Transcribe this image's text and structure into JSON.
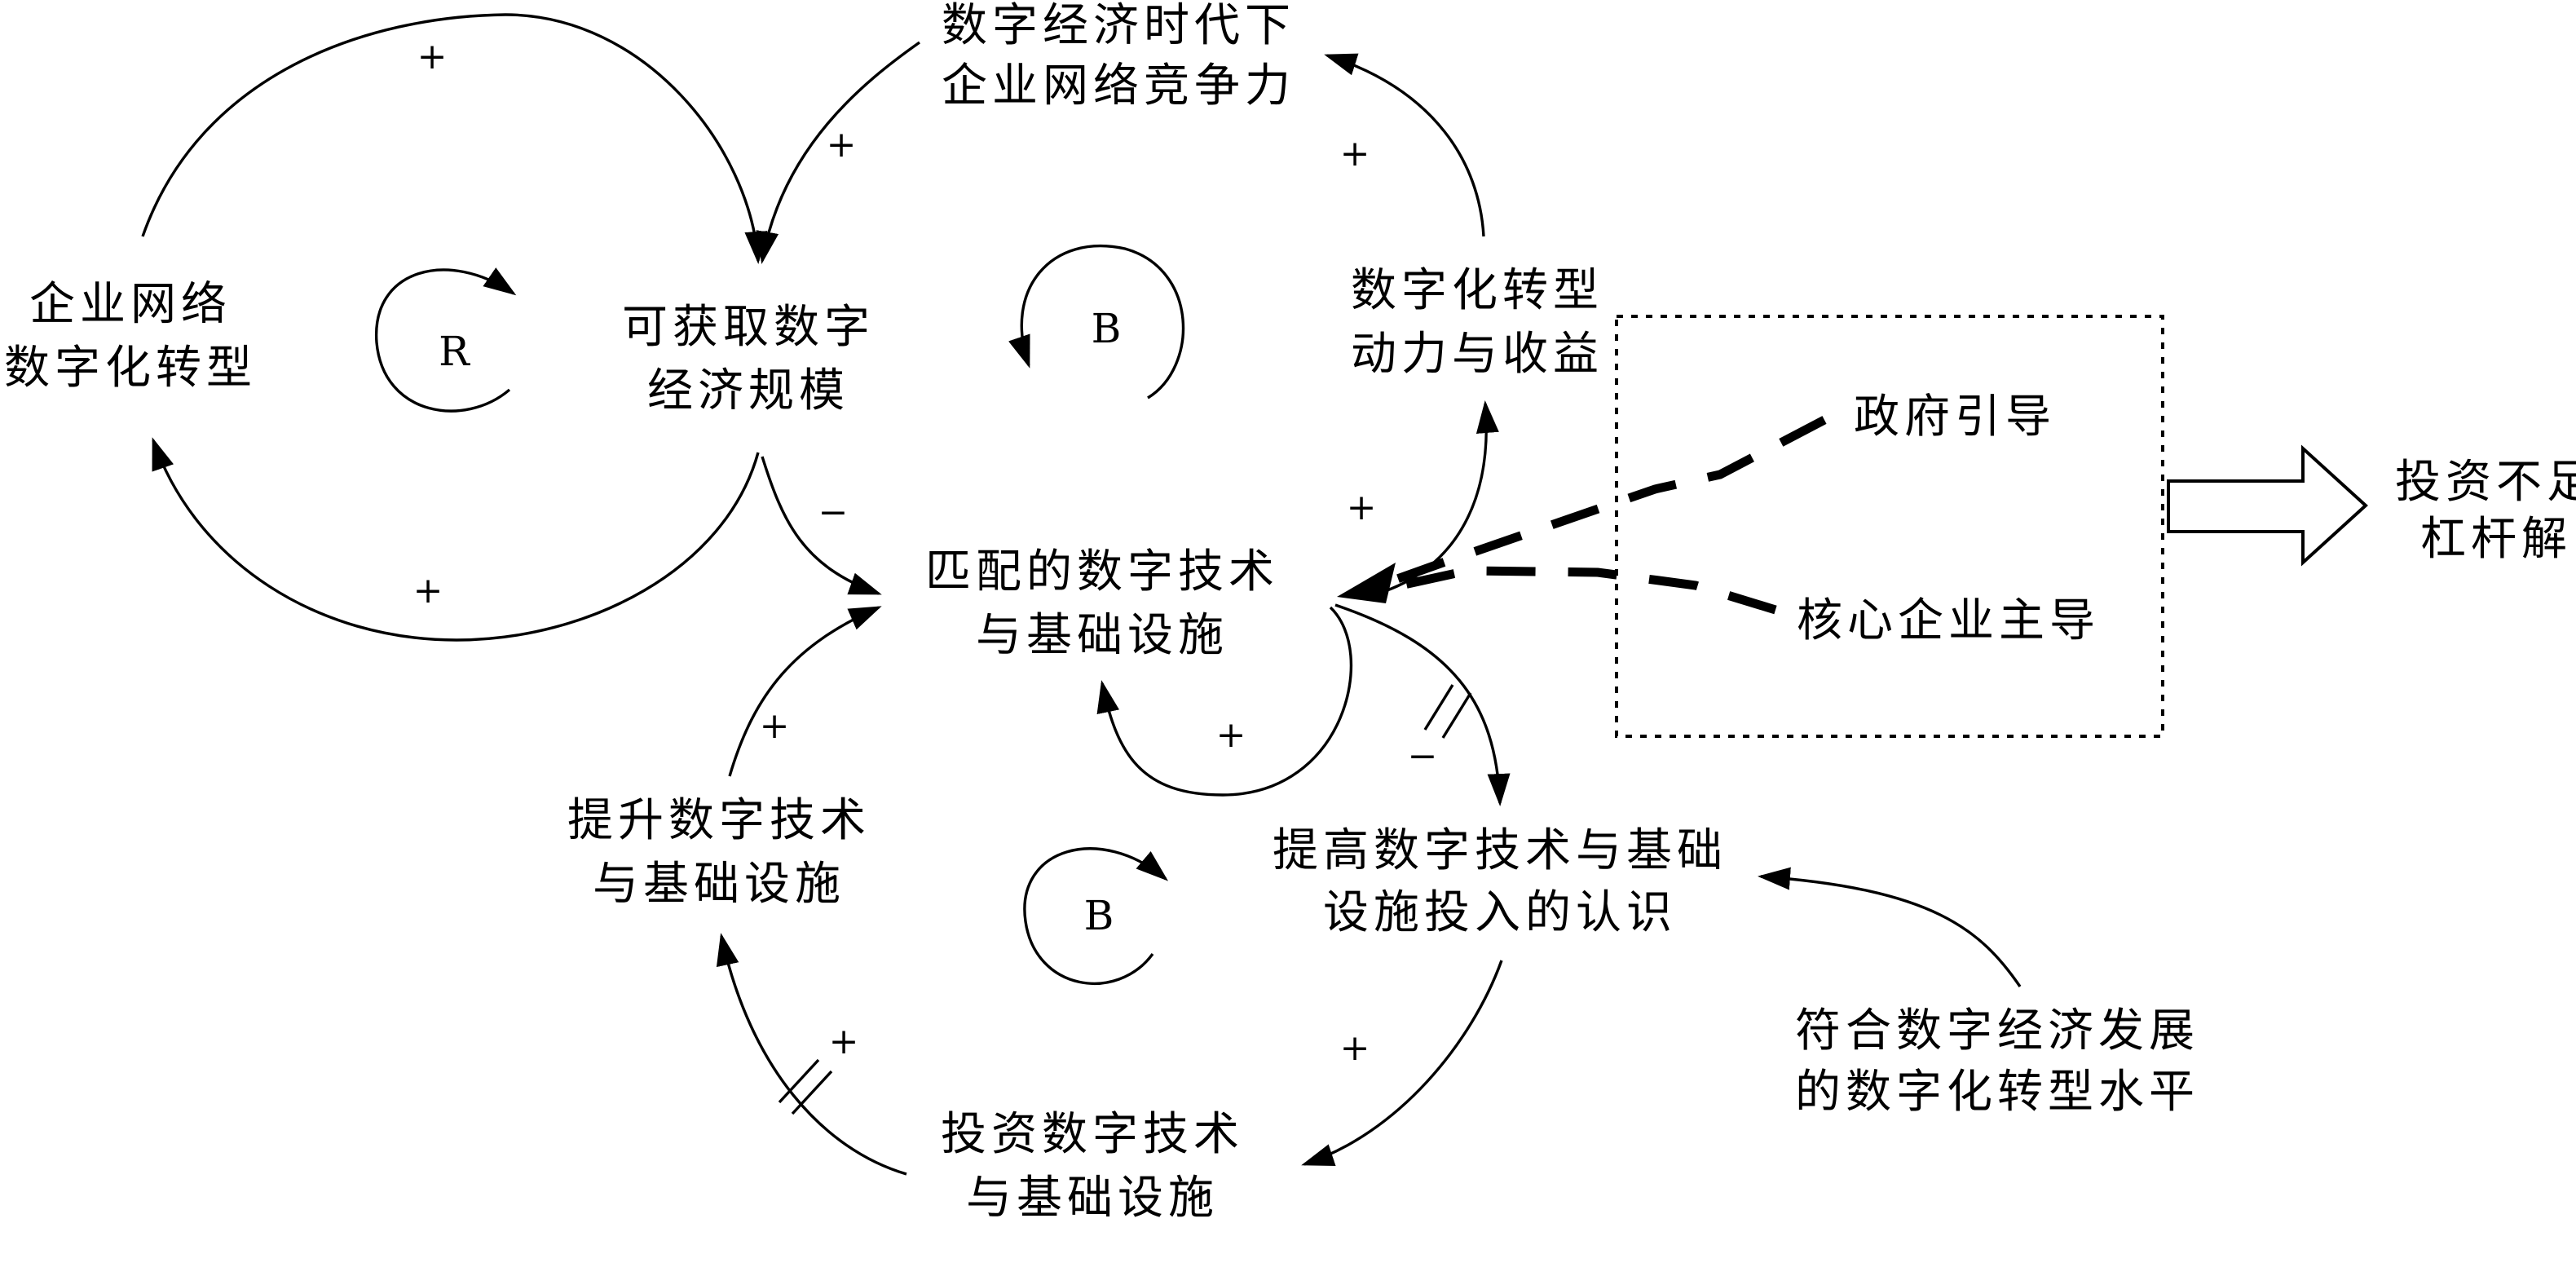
{
  "nodes": {
    "enterprise_network_digitalization": [
      "企业网络",
      "数字化转型"
    ],
    "obtainable_digital_economy_scale": [
      "可获取数字",
      "经济规模"
    ],
    "network_competitiveness": [
      "数字经济时代下",
      "企业网络竞争力"
    ],
    "transformation_motivation_benefit": [
      "数字化转型",
      "动力与收益"
    ],
    "matched_tech_infrastructure": [
      "匹配的数字技术",
      "与基础设施"
    ],
    "improve_tech_infrastructure": [
      "提升数字技术",
      "与基础设施"
    ],
    "raise_investment_awareness": [
      "提高数字技术与基础",
      "设施投入的认识"
    ],
    "invest_tech_infrastructure": [
      "投资数字技术",
      "与基础设施"
    ],
    "digitalization_level": [
      "符合数字经济发展",
      "的数字化转型水平"
    ],
    "government_guidance": [
      "政府引导"
    ],
    "core_enterprise_led": [
      "核心企业主导"
    ],
    "leverage_solution": [
      "投资不足",
      "杠杆解"
    ]
  },
  "loops": {
    "reinforcing": "R",
    "balancing_upper": "B",
    "balancing_lower": "B"
  },
  "polarity": {
    "plus": "+",
    "minus": "−"
  },
  "style": {
    "stroke": "#000000",
    "background": "#ffffff"
  }
}
